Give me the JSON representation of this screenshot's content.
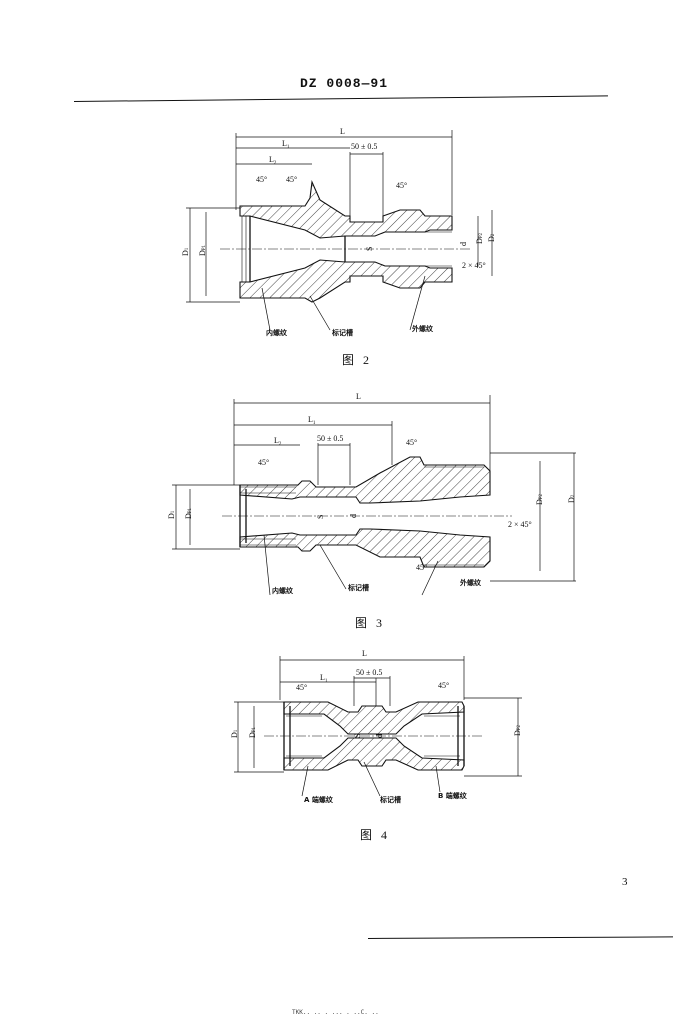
{
  "header": {
    "standard_code": "DZ 0008—91"
  },
  "page": {
    "number": "3",
    "footer_mark": "TKK.. .. . ... . ..C. .."
  },
  "labels": {
    "L": "L",
    "L1": "L",
    "L1_sub": "1",
    "L2_sub": "2",
    "D": "D",
    "D1_sub": "1",
    "D2_sub": "2",
    "Dp1_sub": "P1",
    "Dp2_sub": "P2",
    "groove_width": "50 ± 0.5",
    "angle_45": "45°",
    "chamfer": "2 × 45°",
    "s": "S",
    "d": "d"
  },
  "figures": [
    {
      "caption": "图 2",
      "callouts": [
        "内螺纹",
        "标记槽",
        "外螺纹"
      ]
    },
    {
      "caption": "图 3",
      "callouts": [
        "内螺纹",
        "标记槽",
        "外螺纹"
      ]
    },
    {
      "caption": "图 4",
      "callouts": [
        "A 端螺纹",
        "标记槽",
        "B 端螺纹"
      ]
    }
  ]
}
